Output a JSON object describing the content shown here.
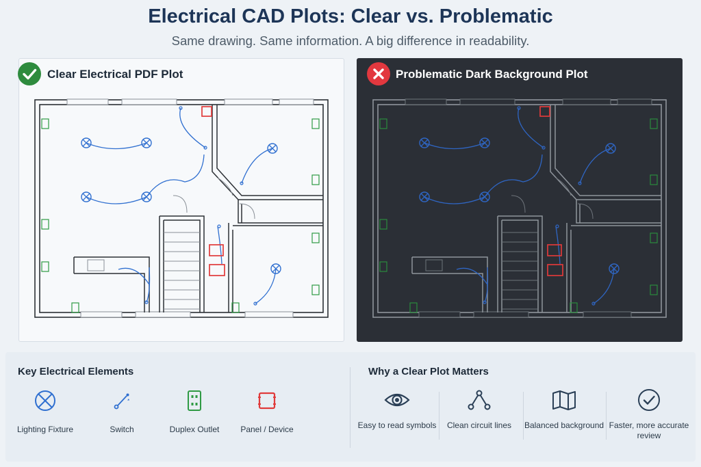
{
  "header": {
    "title": "Electrical CAD Plots: Clear vs. Problematic",
    "subtitle": "Same drawing. Same information. A big difference in readability."
  },
  "panels": {
    "clear": {
      "title": "Clear Electrical PDF Plot",
      "icon": "check-icon"
    },
    "problematic": {
      "title": "Problematic Dark Background Plot",
      "icon": "x-icon"
    }
  },
  "legend": {
    "title": "Key Electrical Elements",
    "items": [
      {
        "label": "Lighting Fixture",
        "icon": "lighting-fixture-icon"
      },
      {
        "label": "Switch",
        "icon": "switch-icon"
      },
      {
        "label": "Duplex Outlet",
        "icon": "duplex-outlet-icon"
      },
      {
        "label": "Panel / Device",
        "icon": "panel-device-icon"
      }
    ]
  },
  "benefits": {
    "title": "Why a Clear Plot Matters",
    "items": [
      {
        "label": "Easy to read symbols",
        "icon": "eye-icon"
      },
      {
        "label": "Clean circuit lines",
        "icon": "circuit-nodes-icon"
      },
      {
        "label": "Balanced background",
        "icon": "map-icon"
      },
      {
        "label": "Faster, more accurate review",
        "icon": "check-circle-icon"
      }
    ]
  },
  "colors": {
    "light_background": "#f7f9fb",
    "dark_background": "#2b2f36",
    "circuit_blue": "#2f6fd0",
    "outlet_green": "#2f9a44",
    "panel_red": "#e03a3a",
    "check_green": "#2e8b3e",
    "error_red": "#e2383f"
  }
}
